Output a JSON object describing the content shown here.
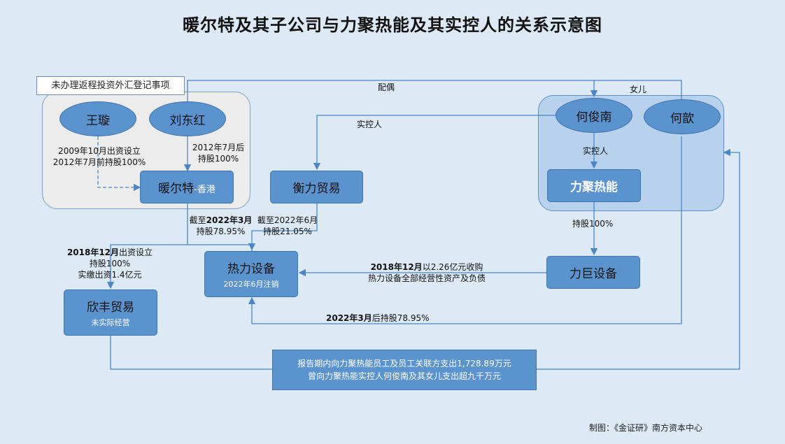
{
  "title": "暖尔特及其子公司与力聚热能及其实控人的关系示意图",
  "note": "未办理返程投资外汇登记事项",
  "nodes": {
    "wangxuan": "王璇",
    "liudonghong": "刘东红",
    "heqian": "何俊南",
    "hexin": "何歆",
    "nuanerte": "暖尔特",
    "nuanerte_sub": "-香港",
    "hengli": "衡力贸易",
    "liju": "力聚热能",
    "reli": "热力设备",
    "reli_sub": "2022年6月注销",
    "liju_equipment": "力巨设备",
    "xinfeng": "欣丰贸易",
    "xinfeng_sub": "未实际经营"
  },
  "labels": {
    "spouse": "配偶",
    "daughter": "女儿",
    "controller_1": "实控人",
    "controller_2": "实控人",
    "wang_1": "2009年10月出资设立",
    "wang_2": "2012年7月前持股100%",
    "liu_1": "2012年7月后",
    "liu_2": "持股100%",
    "nuan_reli_1a": "截至",
    "nuan_reli_1b": "2022年3月",
    "nuan_reli_2": "持股78.95%",
    "heng_reli_1": "截至2022年6月",
    "heng_reli_2": "持股21.05%",
    "liju_hold": "持股100%",
    "xinfeng_1a": "2018年12月",
    "xinfeng_1b": "出资设立",
    "xinfeng_2": "持股100%",
    "xinfeng_3": "实缴出资1.4亿元",
    "acq_1a": "2018年12月",
    "acq_1b": "以2.26亿元收购",
    "acq_2": "热力设备全部经营性资产及负债",
    "hexin_1a": "2022年3月",
    "hexin_1b": "后持股78.95%"
  },
  "report": {
    "line1": "报告期内向力聚热能员工及员工关联方支出1,728.89万元",
    "line2": "曾向力聚热能实控人何俊南及其女儿支出超九千万元"
  },
  "credit": "制图：《金证研》南方资本中心",
  "colors": {
    "background": "#dde9f5",
    "node": "#5b93cf",
    "line": "#4a86c8"
  }
}
